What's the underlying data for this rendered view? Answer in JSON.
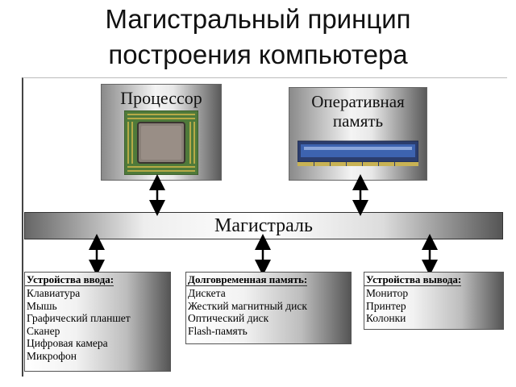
{
  "title": {
    "line1": "Магистральный принцип",
    "line2": "построения компьютера"
  },
  "processor": {
    "label": "Процессор"
  },
  "ram": {
    "label_line1": "Оперативная",
    "label_line2": "память"
  },
  "bus": {
    "label": "Магистраль"
  },
  "input_devices": {
    "heading": "Устройства ввода:",
    "items": [
      "Клавиатура",
      "Мышь",
      "Графический планшет",
      "Сканер",
      "Цифровая камера",
      "Микрофон"
    ]
  },
  "long_term_memory": {
    "heading": "Долговременная память:",
    "items": [
      "Дискета",
      "Жесткий магнитный диск",
      "Оптический диск",
      "Flash-память"
    ]
  },
  "output_devices": {
    "heading": "Устройства вывода:",
    "items": [
      "Монитор",
      "Принтер",
      "Колонки"
    ]
  },
  "colors": {
    "chip_board": "#4f7a3a",
    "chip_die": "#8a8078",
    "ram_module": "#3d63b0"
  }
}
